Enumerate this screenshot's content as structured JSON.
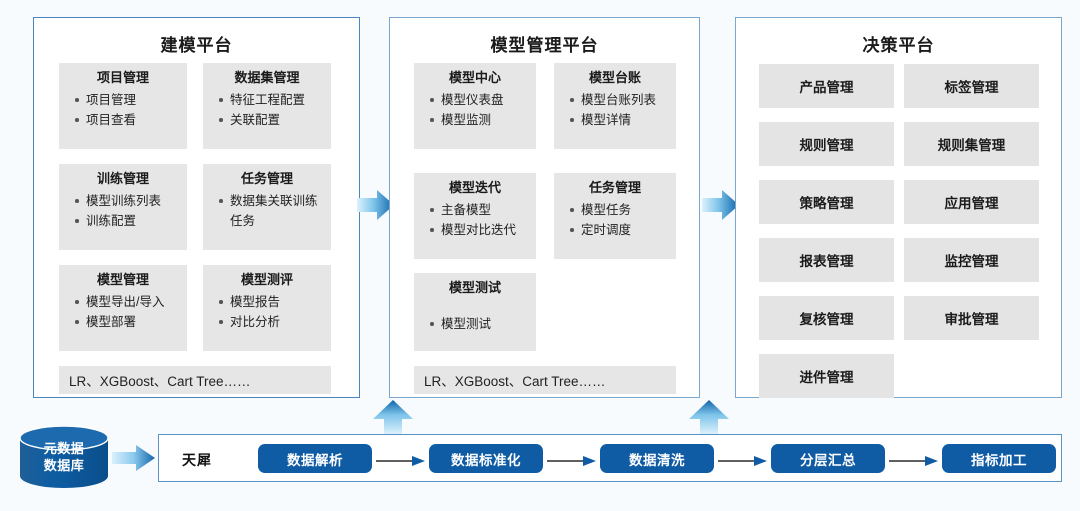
{
  "theme": {
    "background": "#f7fbfd",
    "panel_border": "#4a86bd",
    "panel_border_light": "#7ba7cf",
    "card_bg": "#e6e6e6",
    "pill_blue": "#0f5ba4",
    "arrow_light": "#d7eefb",
    "arrow_dark": "#1565a8",
    "text": "#1b1b1b"
  },
  "panels": [
    {
      "id": "modeling-platform",
      "title": "建模平台",
      "cards": [
        {
          "title": "项目管理",
          "items": [
            "项目管理",
            "项目查看"
          ]
        },
        {
          "title": "数据集管理",
          "items": [
            "特征工程配置",
            "关联配置"
          ]
        },
        {
          "title": "训练管理",
          "items": [
            "模型训练列表",
            "训练配置"
          ]
        },
        {
          "title": "任务管理",
          "items": [
            "数据集关联训练任务"
          ]
        },
        {
          "title": "模型管理",
          "items": [
            "模型导出/导入",
            "模型部署"
          ]
        },
        {
          "title": "模型测评",
          "items": [
            "模型报告",
            "对比分析"
          ]
        }
      ],
      "algorithms": "LR、XGBoost、Cart Tree……"
    },
    {
      "id": "model-management-platform",
      "title": "模型管理平台",
      "cards": [
        {
          "title": "模型中心",
          "items": [
            "模型仪表盘",
            "模型监测"
          ]
        },
        {
          "title": "模型台账",
          "items": [
            "模型台账列表",
            "模型详情"
          ]
        },
        {
          "title": "模型迭代",
          "items": [
            "主备模型",
            "模型对比迭代"
          ]
        },
        {
          "title": "任务管理",
          "items": [
            "模型任务",
            "定时调度"
          ]
        },
        {
          "title": "模型测试",
          "items": [
            "模型测试"
          ]
        }
      ],
      "algorithms": "LR、XGBoost、Cart Tree……"
    },
    {
      "id": "decision-platform",
      "title": "决策平台",
      "buttons": [
        "产品管理",
        "标签管理",
        "规则管理",
        "规则集管理",
        "策略管理",
        "应用管理",
        "报表管理",
        "监控管理",
        "复核管理",
        "审批管理",
        "进件管理"
      ]
    }
  ],
  "flow_arrows": {
    "right_1": "arrow-right-icon",
    "right_2": "arrow-right-icon",
    "up_1": "arrow-up-icon",
    "up_2": "arrow-up-icon"
  },
  "datasource": {
    "label_line1": "元数据",
    "label_line2": "数据库",
    "icon": "database-cylinder-icon",
    "feed_arrow": "arrow-right-icon"
  },
  "pipeline": {
    "label": "天犀",
    "steps": [
      "数据解析",
      "数据标准化",
      "数据清洗",
      "分层汇总",
      "指标加工"
    ],
    "connector_icon": "arrow-right-small-icon"
  }
}
